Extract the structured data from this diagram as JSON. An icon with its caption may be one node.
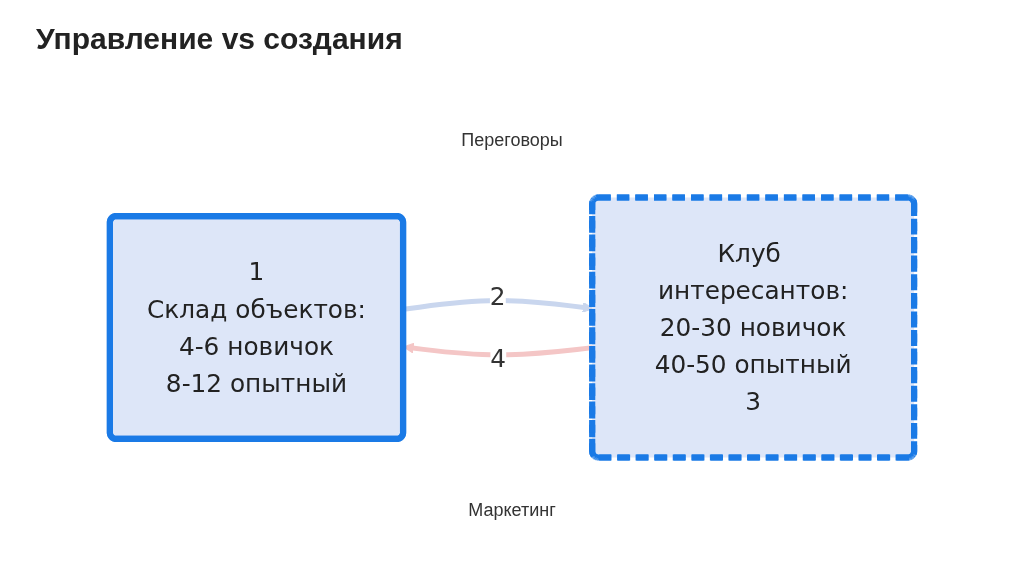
{
  "diagram": {
    "title": "Управление vs создания",
    "nodes": [
      {
        "text": [
          "1",
          "Склад объектов:",
          "4-6 новичок",
          "8-12 опытный"
        ]
      },
      {
        "text": [
          "Клуб интересантов:",
          "20-30 новичок",
          "40-50 опытный",
          "3"
        ]
      }
    ],
    "edges": [
      {
        "from": 0,
        "to": 1,
        "arrow": "to",
        "label": "2",
        "color": "#c9d6ee"
      },
      {
        "from": 1,
        "to": 0,
        "arrow": "to",
        "label": "4",
        "color": "#f4c6c6"
      }
    ],
    "labels": [
      "Переговоры",
      "Маркетинг"
    ]
  }
}
